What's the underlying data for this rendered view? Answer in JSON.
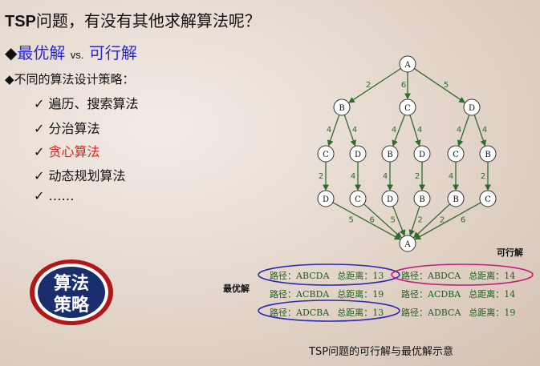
{
  "title": {
    "bold": "TSP",
    "rest": "问题，有没有其他求解算法呢？"
  },
  "row1": {
    "bullet": "◆",
    "a": "最优解",
    "vs": "vs.",
    "b": "可行解"
  },
  "row2": {
    "bullet": "◆",
    "text": "不同的算法设计策略："
  },
  "items": [
    {
      "check": "✓",
      "label": "遍历、搜索算法"
    },
    {
      "check": "✓",
      "label": "分治算法"
    },
    {
      "check": "✓",
      "label": "贪心算法"
    },
    {
      "check": "✓",
      "label": "动态规划算法"
    },
    {
      "check": "✓",
      "label": "……"
    }
  ],
  "badge": {
    "line1": "算法",
    "line2": "策略"
  },
  "tree": {
    "root": "A",
    "level1": [
      "B",
      "C",
      "D"
    ],
    "level1_weights": [
      "2",
      "6",
      "5"
    ],
    "level2": [
      "C",
      "D",
      "B",
      "D",
      "C",
      "B"
    ],
    "level2_weights": [
      "4",
      "4",
      "4",
      "4",
      "4",
      "4"
    ],
    "level3": [
      "D",
      "C",
      "D",
      "B",
      "B",
      "C"
    ],
    "level3_weights": [
      "2",
      "4",
      "4",
      "2",
      "4",
      "2"
    ],
    "leaf_weights": [
      "5",
      "6",
      "5",
      "2",
      "2",
      "6"
    ],
    "bottom": "A"
  },
  "routes": [
    [
      {
        "path": "路径：ABCDA",
        "dist": "总距离：13"
      },
      {
        "path": "路径：ABDCA",
        "dist": "总距离：14"
      }
    ],
    [
      {
        "path": "路径：ACBDA",
        "dist": "总距离：19"
      },
      {
        "path": "路径：ACDBA",
        "dist": "总距离：14"
      }
    ],
    [
      {
        "path": "路径：ADCBA",
        "dist": "总距离：13"
      },
      {
        "path": "路径：ADBCA",
        "dist": "总距离：19"
      }
    ]
  ],
  "labels": {
    "optimal": "最优解",
    "feasible": "可行解"
  },
  "caption": "TSP问题的可行解与最优解示意",
  "colors": {
    "blue": "#2a2acb",
    "red": "#e0201c",
    "tree": "#2f6b2f",
    "badge_red": "#b01818",
    "badge_navy": "#1a2e6e",
    "ellipse_blue": "#2a2ab0",
    "ellipse_pink": "#c0207a"
  }
}
